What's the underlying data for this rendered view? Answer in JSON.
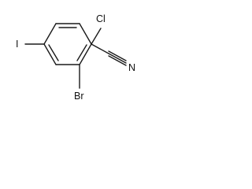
{
  "molecule": {
    "atoms": {
      "chlorine": "Cl",
      "iodine": "I",
      "bromine": "Br",
      "nitrile_nitrogen": "N"
    },
    "colors": {
      "bond": "#1a1a1a",
      "label": "#111111",
      "background": "#ffffff"
    }
  }
}
